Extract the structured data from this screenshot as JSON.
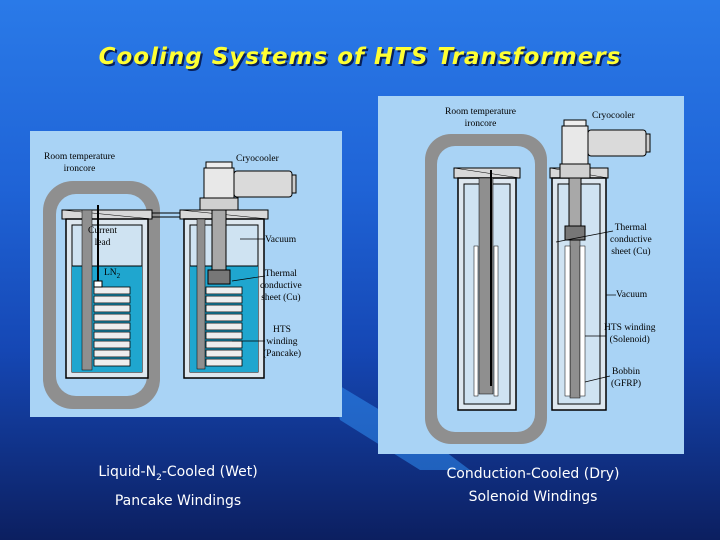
{
  "title": "Cooling Systems of HTS Transformers",
  "left": {
    "labels": {
      "iron": [
        "Room temperature",
        "ironcore"
      ],
      "cryo": "Cryocooler",
      "lead": [
        "Current",
        "lead"
      ],
      "ln2": "LN2",
      "vacuum": "Vacuum",
      "sheet": [
        "Thermal",
        "conductive",
        "sheet (Cu)"
      ],
      "hts": [
        "HTS",
        "winding",
        "(Pancake)"
      ]
    },
    "caption": [
      "Liquid-N2-Cooled (Wet)",
      "Pancake Windings"
    ]
  },
  "right": {
    "labels": {
      "iron": [
        "Room temperature",
        "ironcore"
      ],
      "cryo": "Cryocooler",
      "sheet": [
        "Thermal",
        "conductive",
        "sheet (Cu)"
      ],
      "vacuum": "Vacuum",
      "hts": [
        "HTS winding",
        "(Solenoid)"
      ],
      "bobbin": [
        "Bobbin",
        "(GFRP)"
      ]
    },
    "caption": [
      "Conduction-Cooled (Dry)",
      "Solenoid Windings"
    ]
  },
  "colors": {
    "background": "#1f63d6",
    "title": "#ffff33",
    "panel": "#a9d3f5",
    "ironcore": "#8f8f8f",
    "ln2": "#1fa6cf"
  }
}
